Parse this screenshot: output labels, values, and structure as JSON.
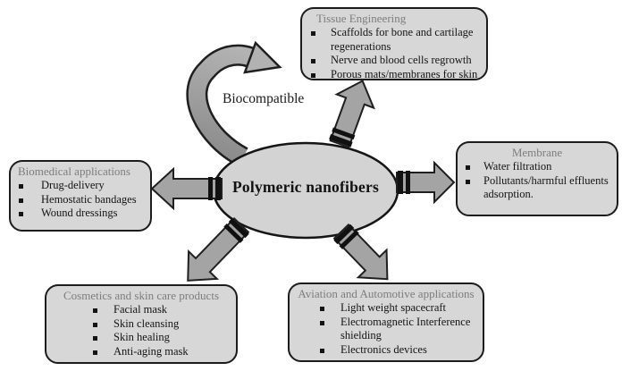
{
  "diagram": {
    "center": {
      "label": "Polymeric nanofibers"
    },
    "annotation": {
      "label": "Biocompatible"
    },
    "boxes": [
      {
        "id": "tissue-engineering",
        "title": "Tissue Engineering",
        "items": [
          "Scaffolds for bone and cartilage regenerations",
          "Nerve and blood cells regrowth",
          "Porous mats/membranes for skin"
        ]
      },
      {
        "id": "biomedical-applications",
        "title": "Biomedical applications",
        "items": [
          "Drug-delivery",
          "Hemostatic bandages",
          "Wound dressings"
        ]
      },
      {
        "id": "membrane",
        "title": "Membrane",
        "items": [
          "Water filtration",
          "Pollutants/harmful effluents adsorption."
        ]
      },
      {
        "id": "cosmetics-skin-care",
        "title": "Cosmetics and skin care products",
        "items": [
          "Facial mask",
          "Skin cleansing",
          "Skin healing",
          "Anti-aging mask"
        ]
      },
      {
        "id": "aviation-automotive",
        "title": "Aviation and Automotive applications",
        "items": [
          "Light weight spacecraft",
          "Electromagnetic Interference shielding",
          "Electronics devices"
        ]
      }
    ],
    "colors": {
      "background": "#ffffff",
      "box_fill": "#d7d7d7",
      "box_border": "#1c1c1c",
      "header_text": "#7d7d7d",
      "body_text": "#141414",
      "ellipse_fill": "#d3d3d3",
      "arrow_fill": "#a4a4a4",
      "arrow_outline": "#1f1f1f",
      "curved_arrow_dark": "#8a8a8a",
      "curved_arrow_light": "#b4b4b4"
    }
  }
}
